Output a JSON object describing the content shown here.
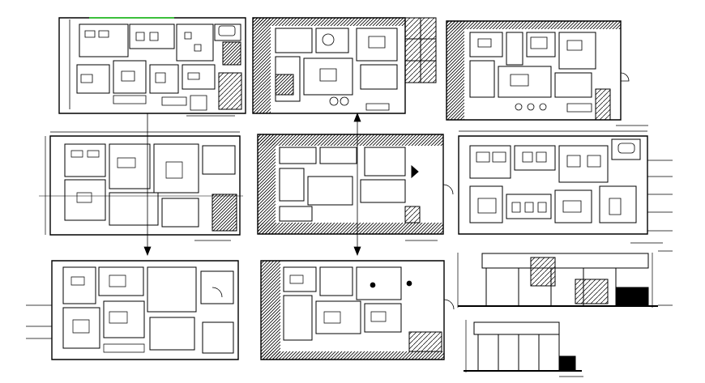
{
  "sheet": {
    "description_visible_text": "",
    "ink_color": "#000000",
    "paper_color": "#ffffff",
    "accent_color": "#3bbf3b"
  },
  "panels": [
    {
      "id": "plan-top-left",
      "kind": "floor-plan",
      "style": "furnished"
    },
    {
      "id": "plan-top-middle",
      "kind": "floor-plan",
      "style": "hatched-border"
    },
    {
      "id": "plan-top-right",
      "kind": "floor-plan",
      "style": "hatched-border"
    },
    {
      "id": "plan-mid-left",
      "kind": "floor-plan",
      "style": "structural"
    },
    {
      "id": "plan-mid-middle",
      "kind": "floor-plan",
      "style": "hatched-border"
    },
    {
      "id": "plan-mid-right",
      "kind": "floor-plan",
      "style": "furnished"
    },
    {
      "id": "plan-bottom-left",
      "kind": "floor-plan",
      "style": "structural"
    },
    {
      "id": "plan-bottom-middle",
      "kind": "floor-plan",
      "style": "hatched-border"
    },
    {
      "id": "elevation-upper",
      "kind": "elevation",
      "style": "facade"
    },
    {
      "id": "elevation-lower",
      "kind": "elevation",
      "style": "facade"
    }
  ]
}
